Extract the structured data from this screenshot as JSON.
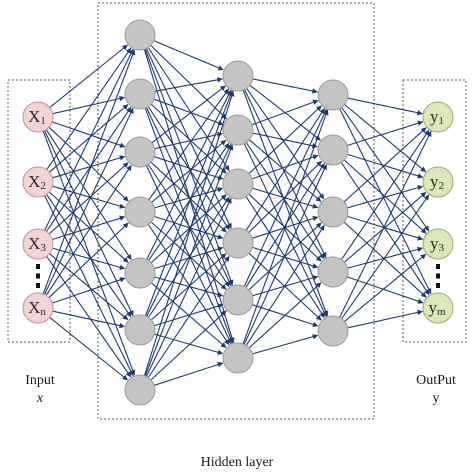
{
  "network": {
    "input": {
      "nodes": [
        {
          "base": "X",
          "sub": "1"
        },
        {
          "base": "X",
          "sub": "2"
        },
        {
          "base": "X",
          "sub": "3"
        },
        {
          "base": "X",
          "sub": "n"
        }
      ],
      "ellipsis_after_index": 2,
      "label": "Input",
      "sublabel": "x"
    },
    "hidden": {
      "layer_sizes": [
        7,
        6,
        5
      ],
      "label": "Hidden layer"
    },
    "output": {
      "nodes": [
        {
          "base": "y",
          "sub": "1"
        },
        {
          "base": "y",
          "sub": "2"
        },
        {
          "base": "y",
          "sub": "3"
        },
        {
          "base": "y",
          "sub": "m"
        }
      ],
      "ellipsis_after_index": 2,
      "label": "OutPut",
      "sublabel": "y"
    },
    "colors": {
      "input_fill": "#f4d3d6",
      "input_stroke": "#c98e94",
      "hidden_fill": "#c4c4c4",
      "hidden_stroke": "#9a9a9a",
      "output_fill": "#dbe7b8",
      "output_stroke": "#97ac6b",
      "edge": "#1c3b72",
      "box_stroke": "#5a5a5a"
    }
  }
}
